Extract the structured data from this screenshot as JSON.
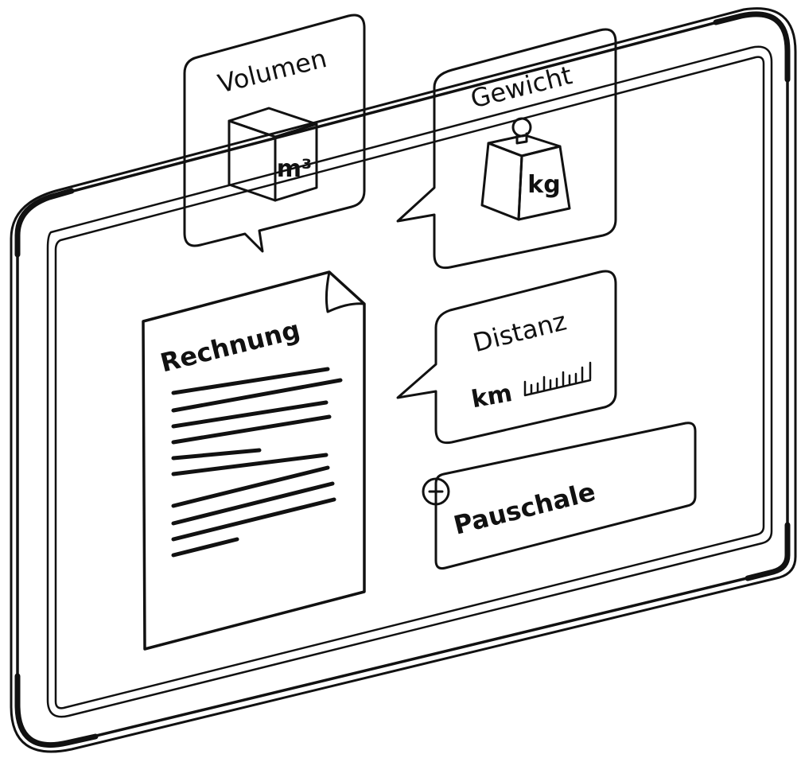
{
  "labels": {
    "volume_title": "Volumen",
    "volume_unit": "m³",
    "weight_title": "Gewicht",
    "weight_unit": "kg",
    "distance_title": "Distanz",
    "distance_unit": "km",
    "invoice_title": "Rechnung",
    "flat_rate": "Pauschale"
  },
  "icons": {
    "volume": "cube-icon",
    "weight": "weight-icon",
    "distance": "ruler-icon",
    "invoice": "document-icon",
    "flat_rate": "plus-circle-icon"
  },
  "colors": {
    "line": "#111111",
    "fill": "#ffffff"
  }
}
